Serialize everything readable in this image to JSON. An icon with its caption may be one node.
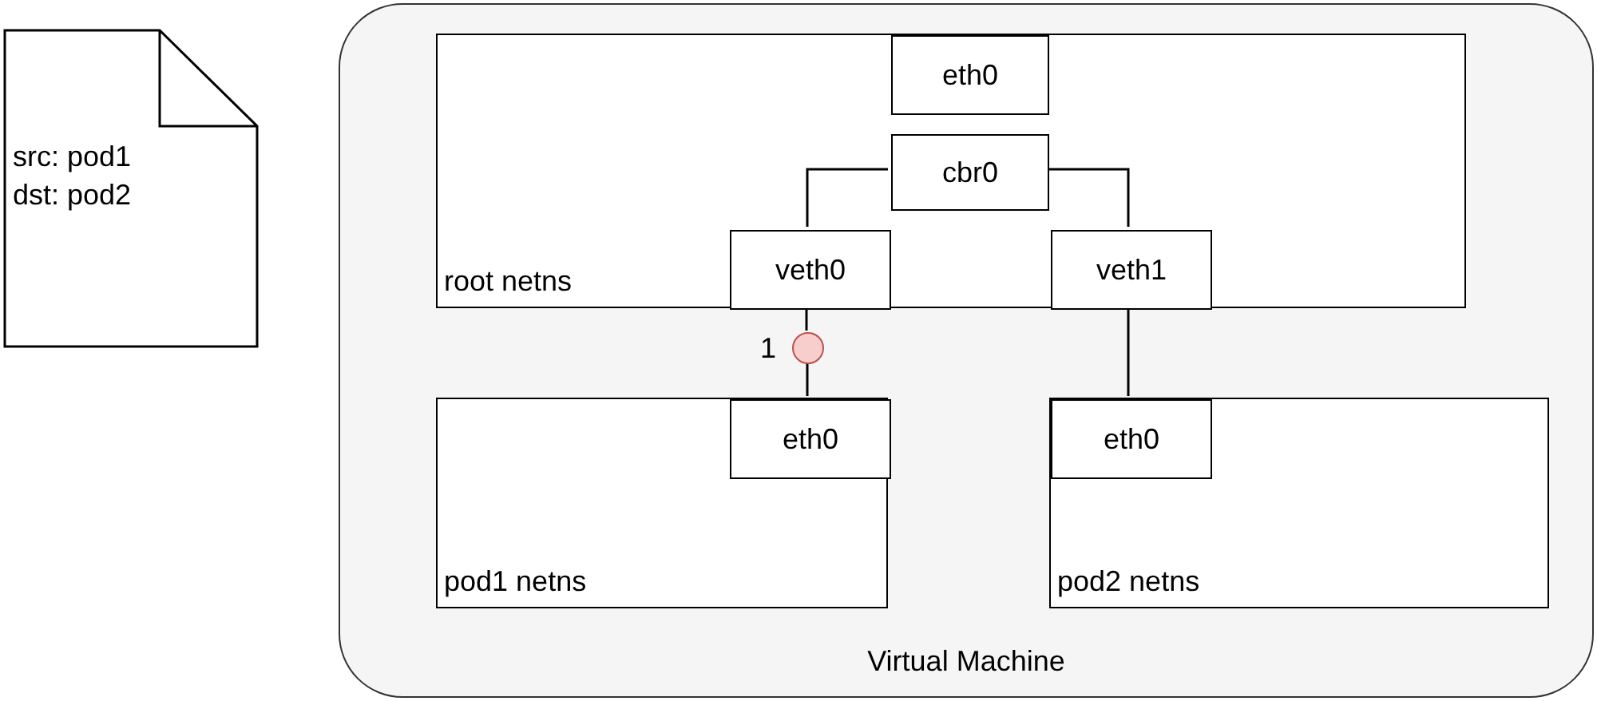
{
  "diagram": {
    "nodes": [
      {
        "text": [
          "src: pod1",
          "dst: pod2"
        ]
      },
      {
        "text": [
          "Virtual Machine"
        ]
      },
      {
        "text": [
          "root netns"
        ],
        "in": 1
      },
      {
        "text": [
          "eth0"
        ],
        "in": 2
      },
      {
        "text": [
          "cbr0"
        ],
        "in": 2
      },
      {
        "text": [
          "veth0"
        ],
        "in": 2
      },
      {
        "text": [
          "veth1"
        ],
        "in": 2
      },
      {
        "text": [
          "pod1 netns"
        ],
        "in": 1
      },
      {
        "text": [
          "eth0"
        ],
        "in": 7
      },
      {
        "text": [
          "pod2 netns"
        ],
        "in": 1
      },
      {
        "text": [
          "eth0"
        ],
        "in": 9
      },
      {
        "text": [],
        "shape": "circle",
        "in": 1,
        "beside": [
          "1"
        ]
      }
    ],
    "edges": [
      {
        "from": 4,
        "to": 5,
        "arrow": "none"
      },
      {
        "from": 4,
        "to": 6,
        "arrow": "none"
      },
      {
        "from": 5,
        "to": 11,
        "arrow": "none"
      },
      {
        "from": 11,
        "to": 8,
        "arrow": "none"
      },
      {
        "from": 6,
        "to": 10,
        "arrow": "none"
      }
    ]
  }
}
